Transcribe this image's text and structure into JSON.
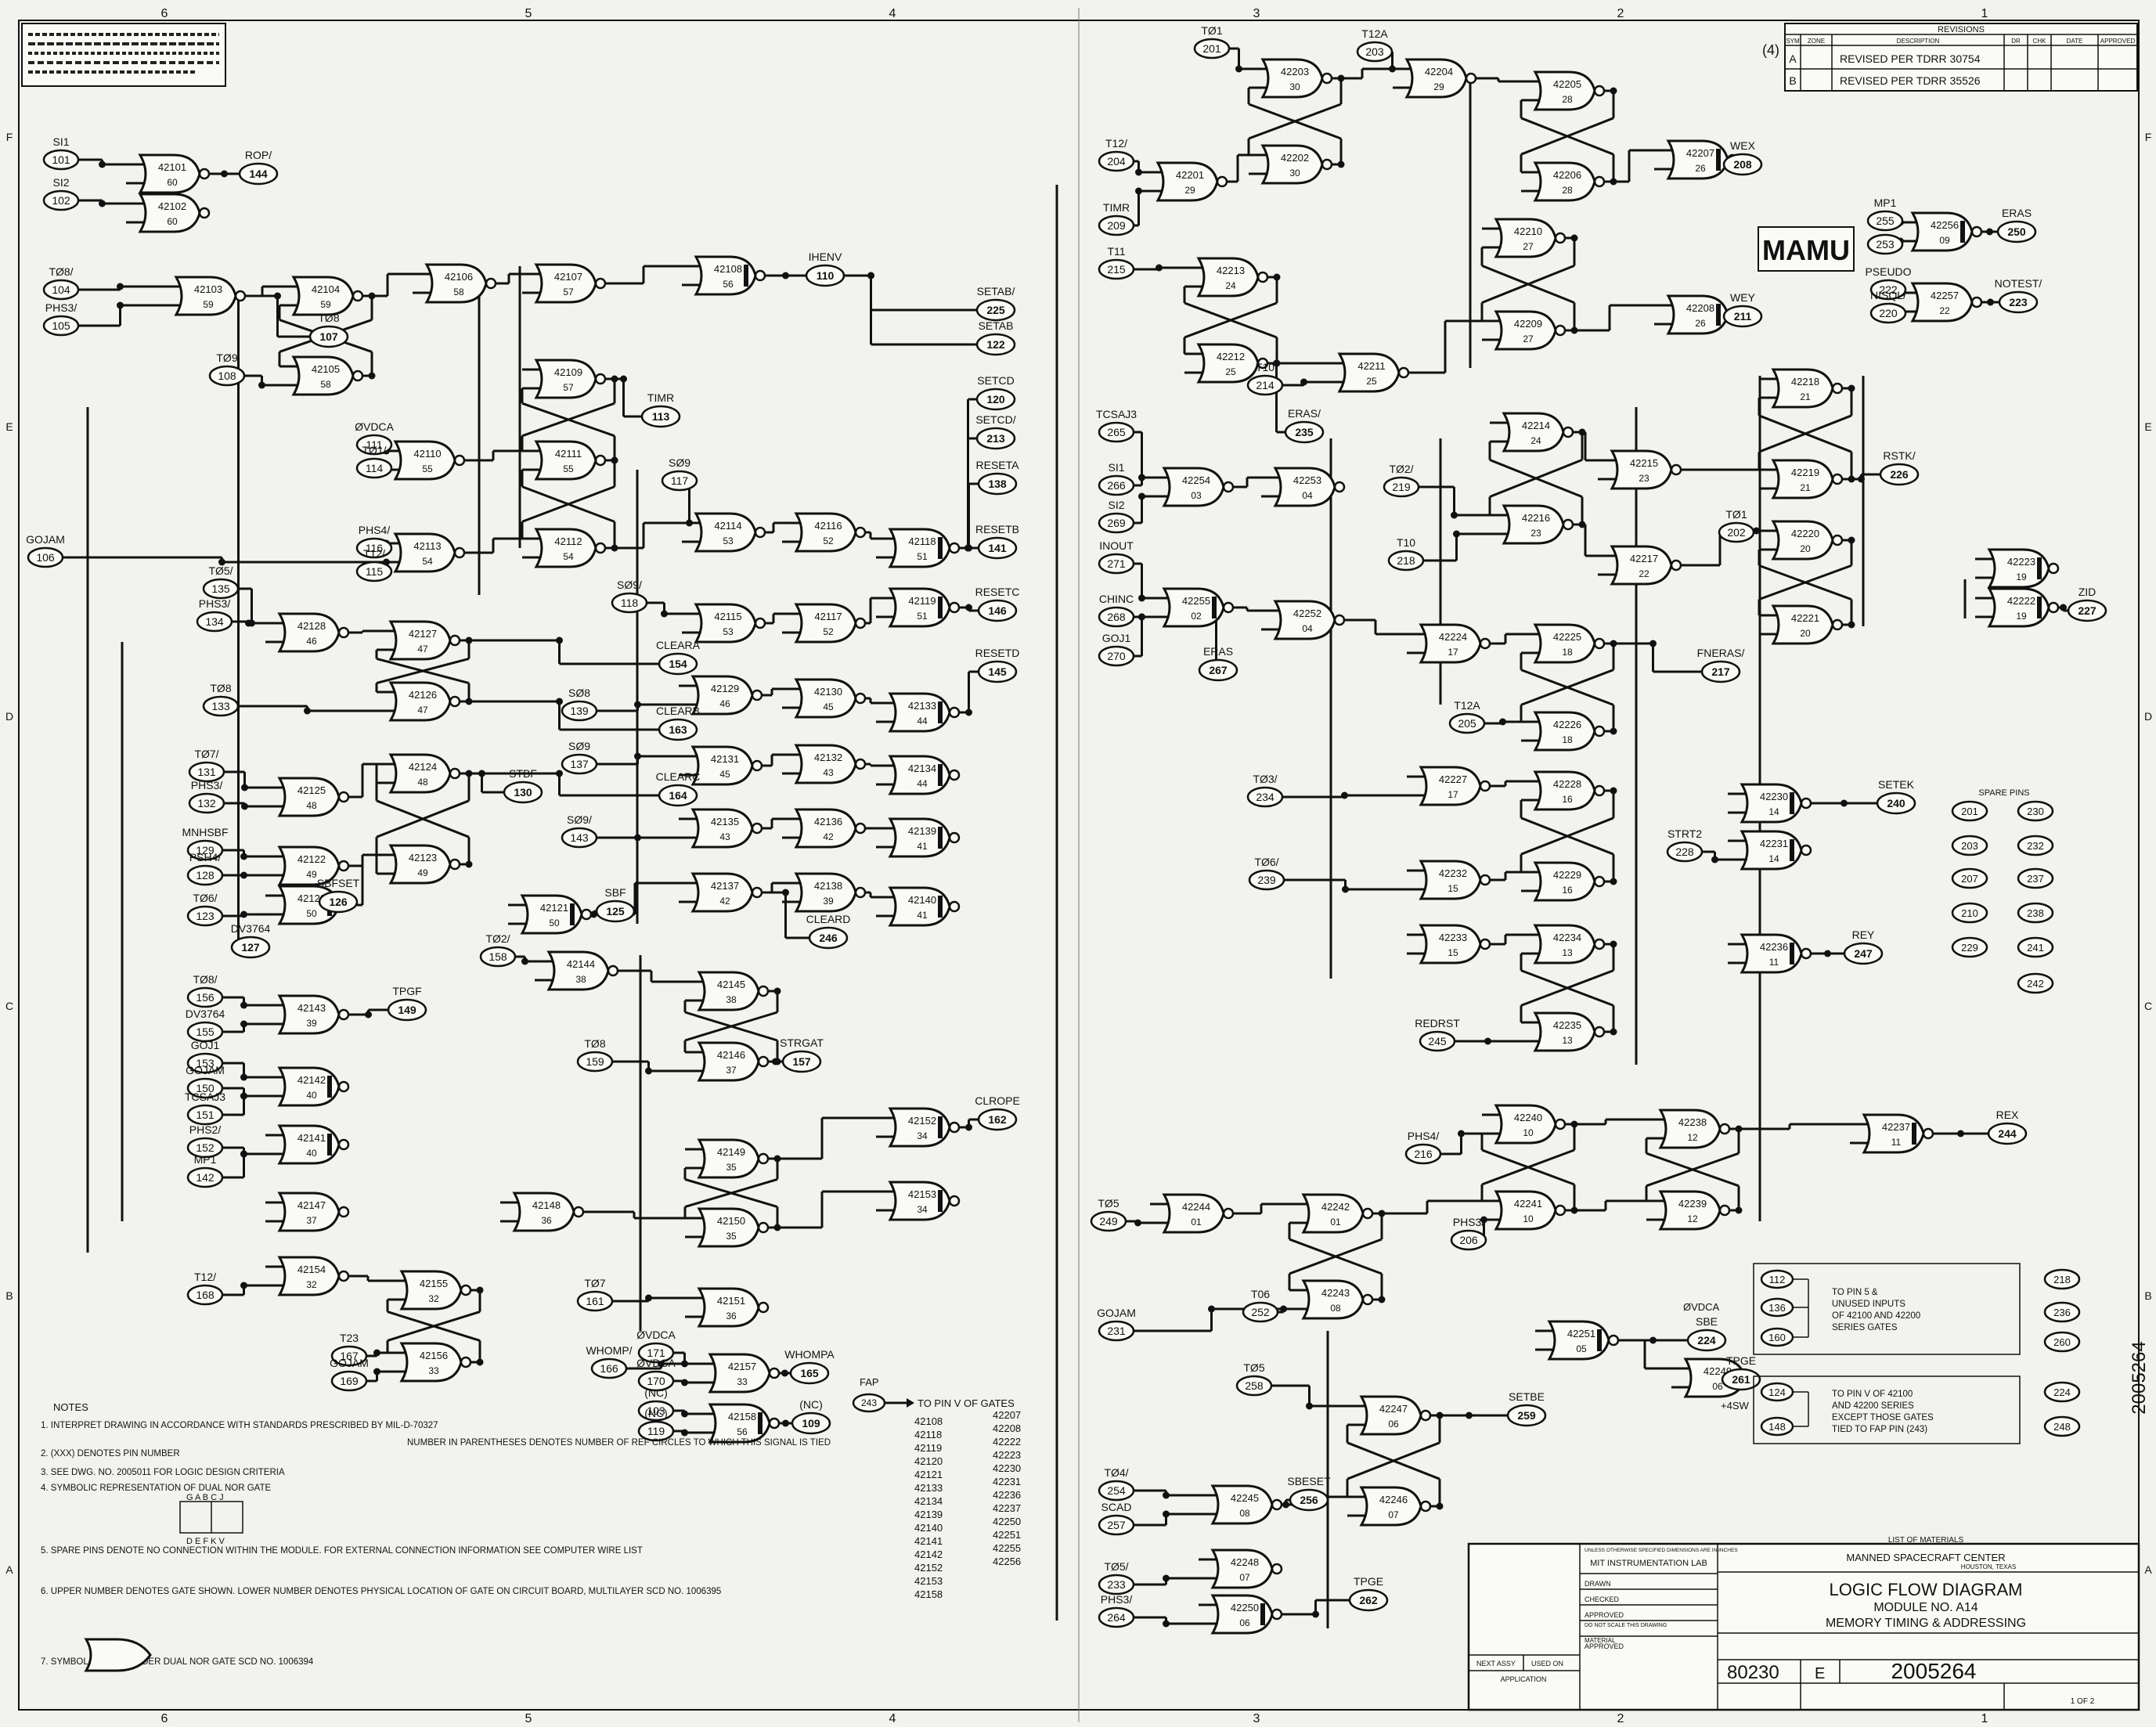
{
  "revision_block": {
    "title": "REVISIONS",
    "headers": [
      "SYM",
      "ZONE",
      "DESCRIPTION",
      "DR",
      "CHK",
      "DATE",
      "APPROVED"
    ],
    "rows": [
      {
        "sym": "A",
        "desc": "REVISED PER TDRR 30754"
      },
      {
        "sym": "B",
        "desc": "REVISED PER TDRR 35526"
      }
    ],
    "sheet_mark": "(4)"
  },
  "zones_top": [
    "6",
    "5",
    "4",
    "3",
    "2",
    "1"
  ],
  "zones_side": [
    "F",
    "E",
    "D",
    "C",
    "B",
    "A"
  ],
  "handwritten_label": "MAMU",
  "signals": [
    {
      "pin": "101",
      "name": "SI1"
    },
    {
      "pin": "102",
      "name": "SI2"
    },
    {
      "pin": "104",
      "name": "TØ8/"
    },
    {
      "pin": "105",
      "name": "PHS3/"
    },
    {
      "pin": "108",
      "name": "TØ9"
    },
    {
      "pin": "106",
      "name": "GOJAM"
    },
    {
      "pin": "111",
      "name": "ØVDCA"
    },
    {
      "pin": "114",
      "name": "TØ1/"
    },
    {
      "pin": "116",
      "name": "PHS4/"
    },
    {
      "pin": "115",
      "name": "T12/"
    },
    {
      "pin": "135",
      "name": "TØ5/"
    },
    {
      "pin": "134",
      "name": "PHS3/"
    },
    {
      "pin": "133",
      "name": "TØ8"
    },
    {
      "pin": "131",
      "name": "TØ7/"
    },
    {
      "pin": "132",
      "name": "PHS3/"
    },
    {
      "pin": "129",
      "name": "MNHSBF"
    },
    {
      "pin": "128",
      "name": "PSH4/"
    },
    {
      "pin": "123",
      "name": "TØ6/"
    },
    {
      "pin": "156",
      "name": "TØ8/"
    },
    {
      "pin": "155",
      "name": "DV3764"
    },
    {
      "pin": "153",
      "name": "GOJ1"
    },
    {
      "pin": "150",
      "name": "GOJAM"
    },
    {
      "pin": "151",
      "name": "TCSAJ3"
    },
    {
      "pin": "152",
      "name": "PHS2/"
    },
    {
      "pin": "142",
      "name": "MP1"
    },
    {
      "pin": "168",
      "name": "T12/"
    },
    {
      "pin": "167",
      "name": "T23"
    },
    {
      "pin": "169",
      "name": "GOJAM"
    },
    {
      "pin": "117",
      "name": "SØ9"
    },
    {
      "pin": "118",
      "name": "SØ9/"
    },
    {
      "pin": "139",
      "name": "SØ8"
    },
    {
      "pin": "137",
      "name": "SØ9"
    },
    {
      "pin": "143",
      "name": "SØ9/"
    },
    {
      "pin": "158",
      "name": "TØ2/"
    },
    {
      "pin": "159",
      "name": "TØ8"
    },
    {
      "pin": "161",
      "name": "TØ7"
    },
    {
      "pin": "171",
      "name": "ØVDCA"
    },
    {
      "pin": "166",
      "name": "WHOMP/"
    },
    {
      "pin": "170",
      "name": "ØVDCA"
    },
    {
      "pin": "103",
      "name": "(NC)"
    },
    {
      "pin": "119",
      "name": "(NC)"
    },
    {
      "pin": "201",
      "name": "TØ1"
    },
    {
      "pin": "203",
      "name": "T12A"
    },
    {
      "pin": "204",
      "name": "T12/"
    },
    {
      "pin": "209",
      "name": "TIMR"
    },
    {
      "pin": "215",
      "name": "T11"
    },
    {
      "pin": "214",
      "name": "T10"
    },
    {
      "pin": "265",
      "name": "TCSAJ3"
    },
    {
      "pin": "266",
      "name": "SI1"
    },
    {
      "pin": "269",
      "name": "SI2"
    },
    {
      "pin": "271",
      "name": "INOUT"
    },
    {
      "pin": "268",
      "name": "CHINC"
    },
    {
      "pin": "270",
      "name": "GOJ1"
    },
    {
      "pin": "219",
      "name": "TØ2/"
    },
    {
      "pin": "218",
      "name": "T10"
    },
    {
      "pin": "202",
      "name": "TØ1"
    },
    {
      "pin": "205",
      "name": "T12A"
    },
    {
      "pin": "234",
      "name": "TØ3/"
    },
    {
      "pin": "239",
      "name": "TØ6/"
    },
    {
      "pin": "228",
      "name": "STRT2"
    },
    {
      "pin": "245",
      "name": "REDRST"
    },
    {
      "pin": "216",
      "name": "PHS4/"
    },
    {
      "pin": "206",
      "name": "PHS3/"
    },
    {
      "pin": "249",
      "name": "TØ5"
    },
    {
      "pin": "231",
      "name": "GOJAM"
    },
    {
      "pin": "252",
      "name": "T06"
    },
    {
      "pin": "258",
      "name": "TØ5"
    },
    {
      "pin": "254",
      "name": "TØ4/"
    },
    {
      "pin": "257",
      "name": "SCAD"
    },
    {
      "pin": "233",
      "name": "TØ5/"
    },
    {
      "pin": "264",
      "name": "PHS3/"
    },
    {
      "pin": "255",
      "name": "MP1"
    },
    {
      "pin": "253",
      "name": ""
    },
    {
      "pin": "222",
      "name": "PSEUDO"
    },
    {
      "pin": "220",
      "name": "NISQL/"
    }
  ],
  "outputs": [
    {
      "pin": "144",
      "name": "ROP/"
    },
    {
      "pin": "110",
      "name": "IHENV"
    },
    {
      "pin": "107",
      "name": "TØ8"
    },
    {
      "pin": "113",
      "name": "TIMR"
    },
    {
      "pin": "225",
      "name": "SETAB/"
    },
    {
      "pin": "122",
      "name": "SETAB"
    },
    {
      "pin": "120",
      "name": "SETCD"
    },
    {
      "pin": "213",
      "name": "SETCD/"
    },
    {
      "pin": "138",
      "name": "RESETA"
    },
    {
      "pin": "141",
      "name": "RESETB"
    },
    {
      "pin": "146",
      "name": "RESETC"
    },
    {
      "pin": "145",
      "name": "RESETD"
    },
    {
      "pin": "246",
      "name": "CLEARD"
    },
    {
      "pin": "130",
      "name": "STBF"
    },
    {
      "pin": "126",
      "name": "SBFSET"
    },
    {
      "pin": "125",
      "name": "SBF"
    },
    {
      "pin": "127",
      "name": "DV3764"
    },
    {
      "pin": "149",
      "name": "TPGF"
    },
    {
      "pin": "157",
      "name": "STRGAT"
    },
    {
      "pin": "162",
      "name": "CLROPE"
    },
    {
      "pin": "165",
      "name": "WHOMPA"
    },
    {
      "pin": "109",
      "name": "(NC)"
    },
    {
      "pin": "154",
      "name": "CLEARA"
    },
    {
      "pin": "163",
      "name": "CLEARB"
    },
    {
      "pin": "164",
      "name": "CLEARC"
    },
    {
      "pin": "208",
      "name": "WEX"
    },
    {
      "pin": "211",
      "name": "WEY"
    },
    {
      "pin": "250",
      "name": "ERAS"
    },
    {
      "pin": "223",
      "name": "NOTEST/"
    },
    {
      "pin": "226",
      "name": "RSTK/"
    },
    {
      "pin": "227",
      "name": "ZID"
    },
    {
      "pin": "235",
      "name": "ERAS/"
    },
    {
      "pin": "267",
      "name": "ERAS"
    },
    {
      "pin": "217",
      "name": "FNERAS/"
    },
    {
      "pin": "240",
      "name": "SETEK"
    },
    {
      "pin": "247",
      "name": "REY"
    },
    {
      "pin": "244",
      "name": "REX"
    },
    {
      "pin": "259",
      "name": "SETBE"
    },
    {
      "pin": "261",
      "name": "TPGE"
    },
    {
      "pin": "262",
      "name": "TPGE"
    },
    {
      "pin": "256",
      "name": "SBESET"
    },
    {
      "pin": "224",
      "name": "SBE"
    }
  ],
  "gates": [
    {
      "id": "42101",
      "loc": "60"
    },
    {
      "id": "42102",
      "loc": "60"
    },
    {
      "id": "42103",
      "loc": "59"
    },
    {
      "id": "42104",
      "loc": "59"
    },
    {
      "id": "42105",
      "loc": "58"
    },
    {
      "id": "42106",
      "loc": "58"
    },
    {
      "id": "42107",
      "loc": "57"
    },
    {
      "id": "42108",
      "loc": "56"
    },
    {
      "id": "42109",
      "loc": "57"
    },
    {
      "id": "42110",
      "loc": "55"
    },
    {
      "id": "42111",
      "loc": "55"
    },
    {
      "id": "42112",
      "loc": "54"
    },
    {
      "id": "42113",
      "loc": "54"
    },
    {
      "id": "42114",
      "loc": "53"
    },
    {
      "id": "42115",
      "loc": "53"
    },
    {
      "id": "42116",
      "loc": "52"
    },
    {
      "id": "42117",
      "loc": "52"
    },
    {
      "id": "42118",
      "loc": "51"
    },
    {
      "id": "42119",
      "loc": "51"
    },
    {
      "id": "42120",
      "loc": "50"
    },
    {
      "id": "42121",
      "loc": "50"
    },
    {
      "id": "42122",
      "loc": "49"
    },
    {
      "id": "42123",
      "loc": "49"
    },
    {
      "id": "42124",
      "loc": "48"
    },
    {
      "id": "42125",
      "loc": "48"
    },
    {
      "id": "42126",
      "loc": "47"
    },
    {
      "id": "42127",
      "loc": "47"
    },
    {
      "id": "42128",
      "loc": "46"
    },
    {
      "id": "42129",
      "loc": "46"
    },
    {
      "id": "42130",
      "loc": "45"
    },
    {
      "id": "42131",
      "loc": "45"
    },
    {
      "id": "42132",
      "loc": "43"
    },
    {
      "id": "42133",
      "loc": "44"
    },
    {
      "id": "42134",
      "loc": "44"
    },
    {
      "id": "42135",
      "loc": "43"
    },
    {
      "id": "42136",
      "loc": "42"
    },
    {
      "id": "42137",
      "loc": "42"
    },
    {
      "id": "42138",
      "loc": "39"
    },
    {
      "id": "42139",
      "loc": "41"
    },
    {
      "id": "42140",
      "loc": "41"
    },
    {
      "id": "42141",
      "loc": "40"
    },
    {
      "id": "42142",
      "loc": "40"
    },
    {
      "id": "42143",
      "loc": "39"
    },
    {
      "id": "42144",
      "loc": "38"
    },
    {
      "id": "42145",
      "loc": "38"
    },
    {
      "id": "42146",
      "loc": "37"
    },
    {
      "id": "42147",
      "loc": "37"
    },
    {
      "id": "42148",
      "loc": "36"
    },
    {
      "id": "42149",
      "loc": "35"
    },
    {
      "id": "42150",
      "loc": "35"
    },
    {
      "id": "42151",
      "loc": "36"
    },
    {
      "id": "42152",
      "loc": "34"
    },
    {
      "id": "42153",
      "loc": "34"
    },
    {
      "id": "42154",
      "loc": "32"
    },
    {
      "id": "42155",
      "loc": "32"
    },
    {
      "id": "42156",
      "loc": "33"
    },
    {
      "id": "42157",
      "loc": "33"
    },
    {
      "id": "42158",
      "loc": "56"
    },
    {
      "id": "42201",
      "loc": "29"
    },
    {
      "id": "42202",
      "loc": "30"
    },
    {
      "id": "42203",
      "loc": "30"
    },
    {
      "id": "42204",
      "loc": "29"
    },
    {
      "id": "42205",
      "loc": "28"
    },
    {
      "id": "42206",
      "loc": "28"
    },
    {
      "id": "42207",
      "loc": "26"
    },
    {
      "id": "42208",
      "loc": "26"
    },
    {
      "id": "42209",
      "loc": "27"
    },
    {
      "id": "42210",
      "loc": "27"
    },
    {
      "id": "42211",
      "loc": "25"
    },
    {
      "id": "42212",
      "loc": "25"
    },
    {
      "id": "42213",
      "loc": "24"
    },
    {
      "id": "42214",
      "loc": "24"
    },
    {
      "id": "42215",
      "loc": "23"
    },
    {
      "id": "42216",
      "loc": "23"
    },
    {
      "id": "42217",
      "loc": "22"
    },
    {
      "id": "42218",
      "loc": "21"
    },
    {
      "id": "42219",
      "loc": "21"
    },
    {
      "id": "42220",
      "loc": "20"
    },
    {
      "id": "42221",
      "loc": "20"
    },
    {
      "id": "42222",
      "loc": "19"
    },
    {
      "id": "42223",
      "loc": "19"
    },
    {
      "id": "42224",
      "loc": "17"
    },
    {
      "id": "42225",
      "loc": "18"
    },
    {
      "id": "42226",
      "loc": "18"
    },
    {
      "id": "42227",
      "loc": "17"
    },
    {
      "id": "42228",
      "loc": "16"
    },
    {
      "id": "42229",
      "loc": "16"
    },
    {
      "id": "42230",
      "loc": "14"
    },
    {
      "id": "42231",
      "loc": "14"
    },
    {
      "id": "42232",
      "loc": "15"
    },
    {
      "id": "42233",
      "loc": "15"
    },
    {
      "id": "42234",
      "loc": "13"
    },
    {
      "id": "42235",
      "loc": "13"
    },
    {
      "id": "42236",
      "loc": "11"
    },
    {
      "id": "42237",
      "loc": "11"
    },
    {
      "id": "42238",
      "loc": "12"
    },
    {
      "id": "42239",
      "loc": "12"
    },
    {
      "id": "42240",
      "loc": "10"
    },
    {
      "id": "42241",
      "loc": "10"
    },
    {
      "id": "42242",
      "loc": "01"
    },
    {
      "id": "42243",
      "loc": "08"
    },
    {
      "id": "42244",
      "loc": "01"
    },
    {
      "id": "42245",
      "loc": "08"
    },
    {
      "id": "42246",
      "loc": "07"
    },
    {
      "id": "42247",
      "loc": "06"
    },
    {
      "id": "42248",
      "loc": "07"
    },
    {
      "id": "42249",
      "loc": "06"
    },
    {
      "id": "42250",
      "loc": "06"
    },
    {
      "id": "42251",
      "loc": "05"
    },
    {
      "id": "42252",
      "loc": "04"
    },
    {
      "id": "42253",
      "loc": "04"
    },
    {
      "id": "42254",
      "loc": "03"
    },
    {
      "id": "42255",
      "loc": "02"
    },
    {
      "id": "42256",
      "loc": "09"
    },
    {
      "id": "42257",
      "loc": "22"
    }
  ],
  "spare_pins": {
    "title": "SPARE PINS",
    "pins": [
      "201",
      "230",
      "203",
      "232",
      "207",
      "237",
      "210",
      "238",
      "229",
      "241",
      "242"
    ]
  },
  "tie_notes": [
    {
      "pins": [
        "112",
        "136",
        "160"
      ],
      "source": "ØVDCA",
      "text": [
        "TO PIN 5 &",
        "UNUSED INPUTS",
        "OF 42100 AND 42200",
        "SERIES GATES"
      ]
    },
    {
      "pins": [
        "124",
        "148"
      ],
      "source": "+4SW",
      "text": [
        "TO PIN V OF 42100",
        "AND 42200 SERIES",
        "EXCEPT THOSE GATES",
        "TIED TO FAP PIN (243)"
      ]
    }
  ],
  "tie_pins_right": [
    "218",
    "236",
    "260",
    "224",
    "248"
  ],
  "fap": {
    "label": "FAP",
    "pin": "243",
    "heading": "TO PIN V OF GATES",
    "col1": [
      "42108",
      "42118",
      "42119",
      "42120",
      "42121",
      "42133",
      "42134",
      "42139",
      "42140",
      "42141",
      "42142",
      "42152",
      "42153",
      "42158"
    ],
    "col2": [
      "42207",
      "42208",
      "42222",
      "42223",
      "42230",
      "42231",
      "42236",
      "42237",
      "42250",
      "42251",
      "42255",
      "42256"
    ]
  },
  "notes": {
    "title": "NOTES",
    "items": [
      "1. INTERPRET DRAWING IN ACCORDANCE WITH STANDARDS PRESCRIBED BY MIL-D-70327",
      "2. (XXX) DENOTES PIN NUMBER",
      "3. SEE DWG. NO. 2005011 FOR LOGIC DESIGN CRITERIA",
      "4. SYMBOLIC REPRESENTATION OF DUAL NOR GATE",
      "5. SPARE PINS DENOTE NO CONNECTION WITHIN THE MODULE. FOR EXTERNAL CONNECTION INFORMATION SEE COMPUTER WIRE LIST",
      "6. UPPER NUMBER DENOTES GATE SHOWN. LOWER NUMBER DENOTES PHYSICAL LOCATION OF GATE ON CIRCUIT BOARD, MULTILAYER SCD NO. 1006395",
      "7. SYMBOL FOR EXPANDER DUAL NOR GATE SCD NO. 1006394"
    ],
    "ref_note": "NUMBER IN PARENTHESES DENOTES NUMBER OF REF CIRCLES TO WHICH THIS SIGNAL IS TIED"
  },
  "title_block": {
    "org": "MIT INSTRUMENTATION LAB",
    "agency": "MANNED SPACECRAFT CENTER",
    "city": "HOUSTON, TEXAS",
    "title1": "LOGIC FLOW DIAGRAM",
    "title2": "MODULE NO. A14",
    "title3": "MEMORY TIMING & ADDRESSING",
    "code_ident": "80230",
    "size": "E",
    "drawing_no": "2005264",
    "sheet": "1 OF 2",
    "next_assy": "NEXT ASSY",
    "used_on": "USED ON",
    "application": "APPLICATION",
    "tol_note": "UNLESS OTHERWISE SPECIFIED DIMENSIONS ARE IN INCHES",
    "scale_note": "DO NOT SCALE THIS DRAWING",
    "material": "MATERIAL",
    "list_of_materials": "LIST OF MATERIALS",
    "rows": [
      "DRAWN",
      "CHECKED",
      "APPROVED",
      "APPROVED"
    ],
    "margin_number": "2005264"
  }
}
